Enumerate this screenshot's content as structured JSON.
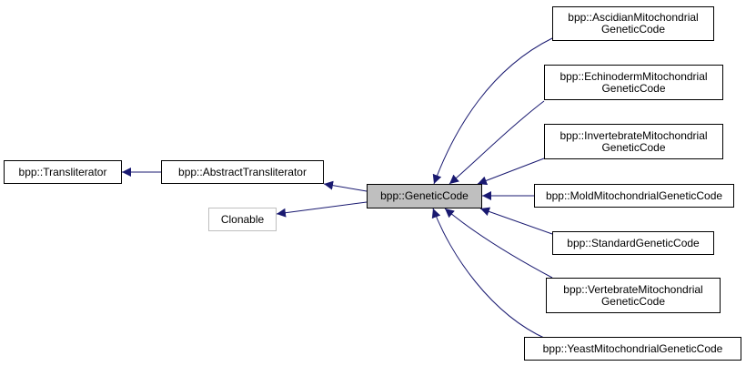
{
  "colors": {
    "edge": "#191970",
    "focus_fill": "#bfbfbf",
    "external_border": "#bfbfbf",
    "border": "#000000"
  },
  "nodes": {
    "transliterator": {
      "lines": [
        "bpp::Transliterator"
      ]
    },
    "abstract_transliterator": {
      "lines": [
        "bpp::AbstractTransliterator"
      ]
    },
    "clonable": {
      "lines": [
        "Clonable"
      ]
    },
    "genetic_code": {
      "lines": [
        "bpp::GeneticCode"
      ]
    },
    "ascidian": {
      "lines": [
        "bpp::AscidianMitochondrial",
        "GeneticCode"
      ]
    },
    "echinoderm": {
      "lines": [
        "bpp::EchinodermMitochondrial",
        "GeneticCode"
      ]
    },
    "invertebrate": {
      "lines": [
        "bpp::InvertebrateMitochondrial",
        "GeneticCode"
      ]
    },
    "mold": {
      "lines": [
        "bpp::MoldMitochondrialGeneticCode"
      ]
    },
    "standard": {
      "lines": [
        "bpp::StandardGeneticCode"
      ]
    },
    "vertebrate": {
      "lines": [
        "bpp::VertebrateMitochondrial",
        "GeneticCode"
      ]
    },
    "yeast": {
      "lines": [
        "bpp::YeastMitochondrialGeneticCode"
      ]
    }
  },
  "edges": [
    {
      "from": "abstract_transliterator",
      "to": "transliterator"
    },
    {
      "from": "genetic_code",
      "to": "abstract_transliterator"
    },
    {
      "from": "genetic_code",
      "to": "clonable"
    },
    {
      "from": "ascidian",
      "to": "genetic_code"
    },
    {
      "from": "echinoderm",
      "to": "genetic_code"
    },
    {
      "from": "invertebrate",
      "to": "genetic_code"
    },
    {
      "from": "mold",
      "to": "genetic_code"
    },
    {
      "from": "standard",
      "to": "genetic_code"
    },
    {
      "from": "vertebrate",
      "to": "genetic_code"
    },
    {
      "from": "yeast",
      "to": "genetic_code"
    }
  ]
}
